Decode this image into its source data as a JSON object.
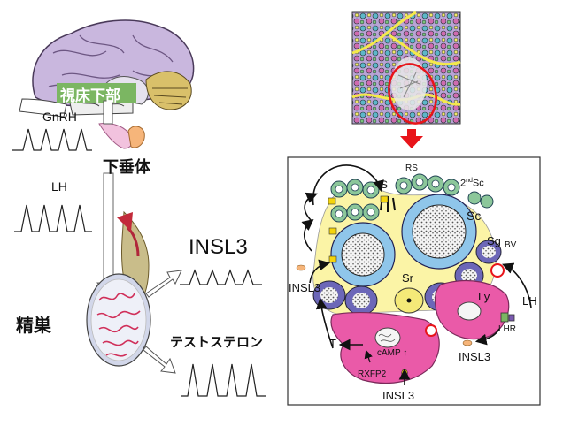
{
  "left": {
    "hypothalamus_label": "視床下部",
    "gnrh_label": "GnRH",
    "pituitary_label": "下垂体",
    "lh_label": "LH",
    "testis_label": "精巣",
    "insl3_label": "INSL3",
    "testosterone_label": "テストステロン"
  },
  "right": {
    "rs": "RS",
    "s": "S",
    "second_sc_prefix": "2",
    "second_sc_sup": "nd",
    "second_sc_suffix": "Sc",
    "sc": "Sc",
    "sg": "Sg",
    "bv": "BV",
    "sr": "Sr",
    "ly": "Ly",
    "lh": "LH",
    "lhr": "LHR",
    "insl3_left": "INSL3",
    "insl3_bottom_right": "INSL3",
    "insl3_bottom": "INSL3",
    "t": "T",
    "camp": "cAMP ↑",
    "rxfp2": "RXFP2"
  },
  "colors": {
    "arrow_red": "#e8141a",
    "sertoli_yellow": "#fbf4a6",
    "spermatocyte_blue": "#8fc6ea",
    "spermatogonia_purple": "#6c67b8",
    "leydig_pink": "#ea5aa8",
    "round_spermatid_green": "#8cc79a"
  }
}
